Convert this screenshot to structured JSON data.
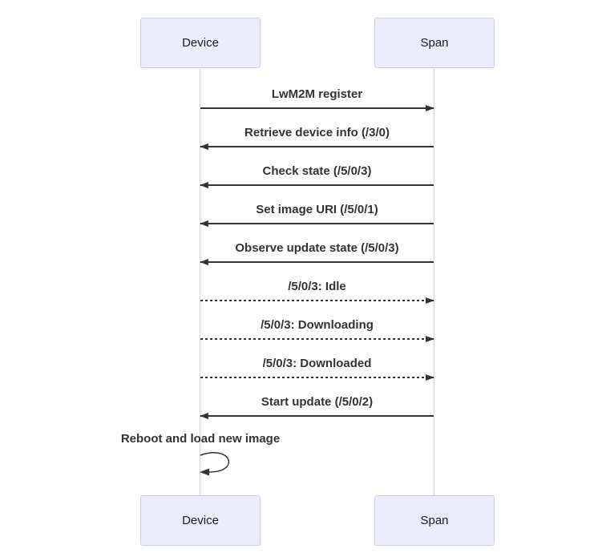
{
  "diagram": {
    "type": "sequence-diagram",
    "actors": [
      {
        "name": "Device"
      },
      {
        "name": "Span"
      }
    ],
    "messages": [
      {
        "label": "LwM2M register",
        "from": "Device",
        "to": "Span",
        "line": "solid"
      },
      {
        "label": "Retrieve device info (/3/0)",
        "from": "Span",
        "to": "Device",
        "line": "solid"
      },
      {
        "label": "Check state (/5/0/3)",
        "from": "Span",
        "to": "Device",
        "line": "solid"
      },
      {
        "label": "Set image URI (/5/0/1)",
        "from": "Span",
        "to": "Device",
        "line": "solid"
      },
      {
        "label": "Observe update state (/5/0/3)",
        "from": "Span",
        "to": "Device",
        "line": "solid"
      },
      {
        "label": "/5/0/3: Idle",
        "from": "Device",
        "to": "Span",
        "line": "dashed"
      },
      {
        "label": "/5/0/3: Downloading",
        "from": "Device",
        "to": "Span",
        "line": "dashed"
      },
      {
        "label": "/5/0/3: Downloaded",
        "from": "Device",
        "to": "Span",
        "line": "dashed"
      },
      {
        "label": "Start update (/5/0/2)",
        "from": "Span",
        "to": "Device",
        "line": "solid"
      },
      {
        "label": "Reboot and load new image",
        "from": "Device",
        "to": "Device",
        "line": "solid",
        "self": true
      }
    ],
    "colors": {
      "actor_fill": "#ECECFF",
      "actor_border": "#CFCCE8",
      "message_line": "#333333",
      "message_text": "#333333",
      "lifeline": "#D9D9D9",
      "background": "#FFFFFF"
    }
  }
}
